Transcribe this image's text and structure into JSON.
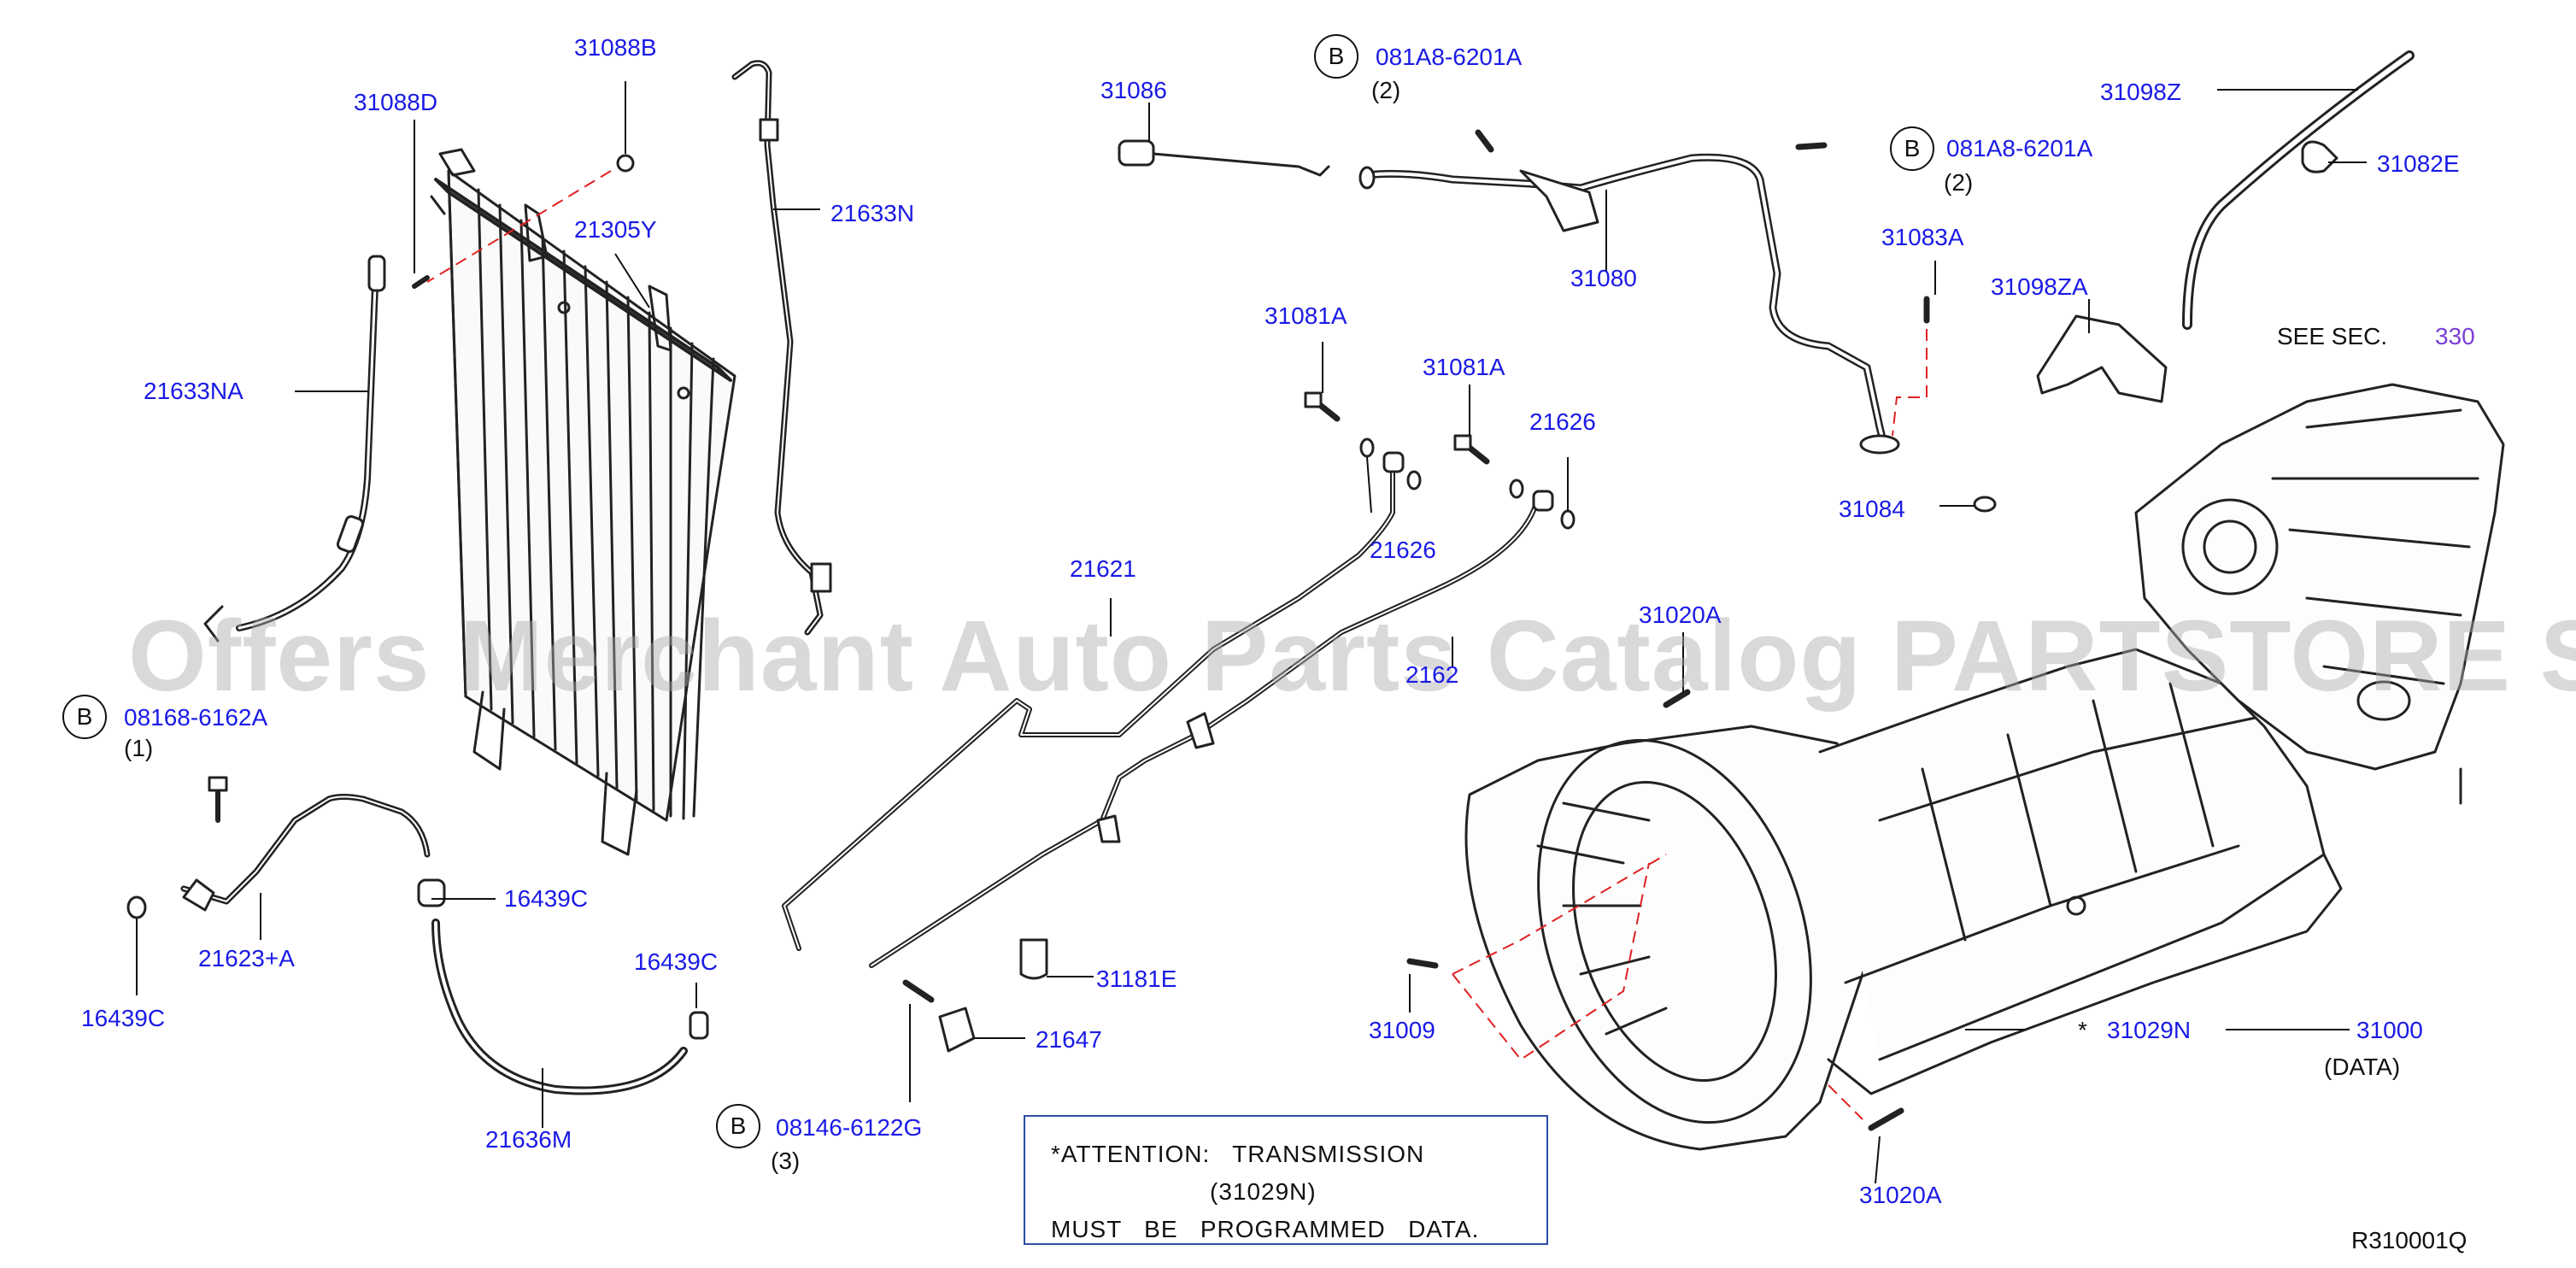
{
  "watermark": "Offers Merchant Auto Parts Catalog PARTSTORE SA",
  "see_section": {
    "prefix": "SEE   SEC.",
    "number": "330"
  },
  "diagram_code": "R310001Q",
  "attention": {
    "line1": "*ATTENTION:   TRANSMISSION",
    "line2": "(31029N)",
    "line3": "MUST   BE   PROGRAMMED   DATA."
  },
  "bolt_refs": [
    {
      "circle": "B",
      "part": "081A8-6201A",
      "qty": "(2)"
    },
    {
      "circle": "B",
      "part": "081A8-6201A",
      "qty": "(2)"
    },
    {
      "circle": "B",
      "part": "08168-6162A",
      "qty": "(1)"
    },
    {
      "circle": "B",
      "part": "08146-6122G",
      "qty": "(3)"
    }
  ],
  "parts": {
    "p31088B": "31088B",
    "p31088D": "31088D",
    "p21305Y": "21305Y",
    "p21633N": "21633N",
    "p21633NA": "21633NA",
    "p31086": "31086",
    "p31080": "31080",
    "p31081A_1": "31081A",
    "p31081A_2": "31081A",
    "p21626_1": "21626",
    "p21626_2": "21626",
    "p21621": "21621",
    "p2162x": "2162",
    "p31098Z": "31098Z",
    "p31082E": "31082E",
    "p31083A": "31083A",
    "p31098ZA": "31098ZA",
    "p31084": "31084",
    "p31020A_1": "31020A",
    "p31020A_2": "31020A",
    "p16439C_1": "16439C",
    "p16439C_2": "16439C",
    "p16439C_3": "16439C",
    "p21623A": "21623+A",
    "p21636M": "21636M",
    "p31181E": "31181E",
    "p21647": "21647",
    "p31009": "31009",
    "p31029N": "31029N",
    "p31029N_star": "*",
    "p31000": "31000",
    "p31000_data": "(DATA)"
  }
}
